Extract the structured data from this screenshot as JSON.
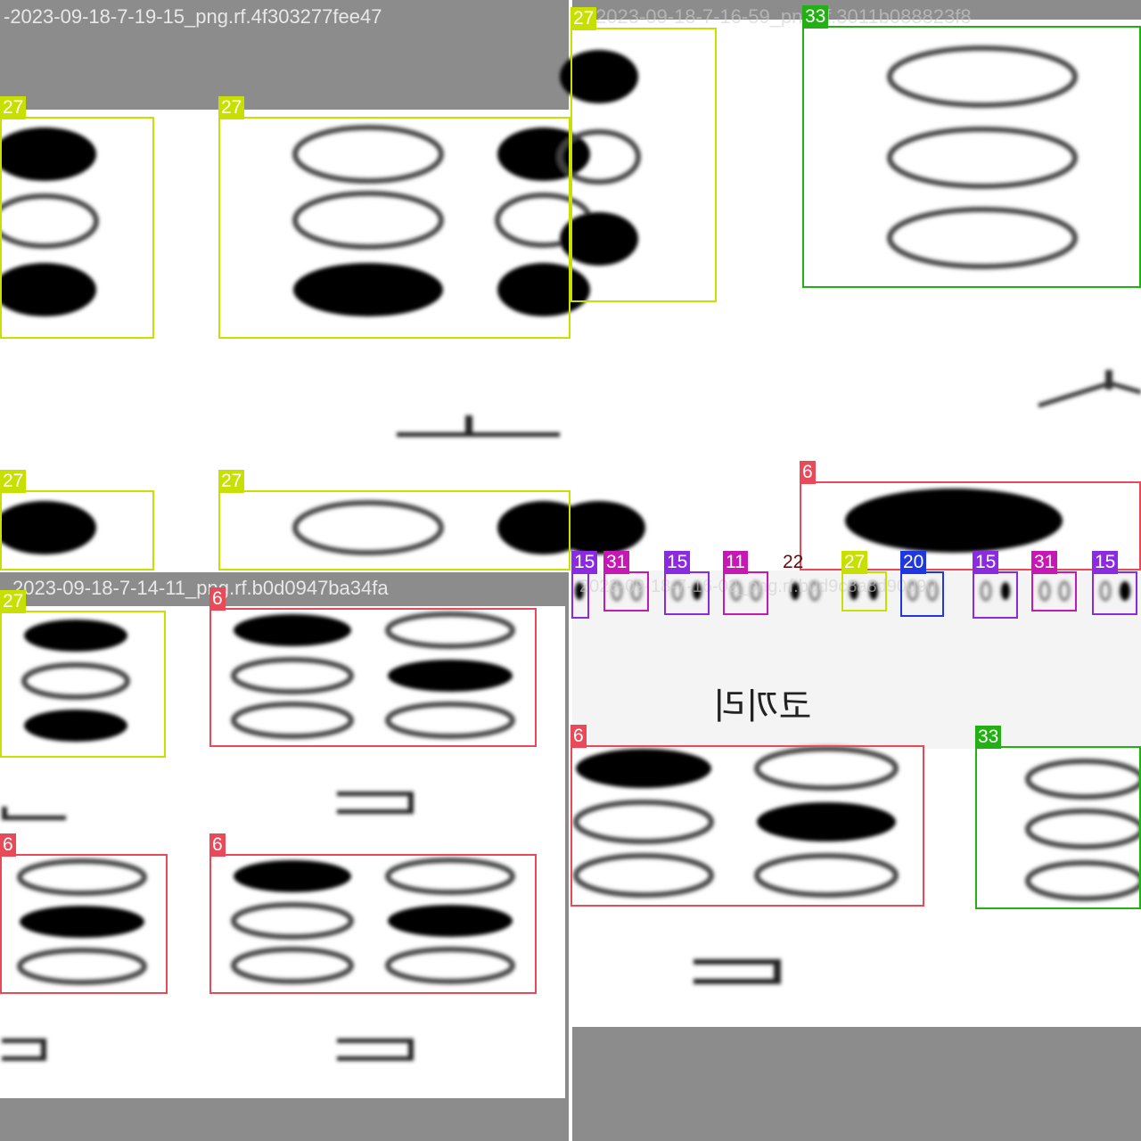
{
  "tiles": [
    {
      "filename": "-2023-09-18-7-19-15_png.rf.4f303277fee47"
    },
    {
      "filename": "2023-09-18-7-16-59_png.rf.3011b088823f8"
    },
    {
      "filename": "2023-09-18-7-14-11_png.rf.b0d0947ba34fa"
    },
    {
      "filename": "2023-09-18-7-16-02_png.rf.b0d9c8a8d90090"
    }
  ],
  "colors": {
    "class_27": "#c8e000",
    "class_33": "#22b014",
    "class_6": "#e84a5a",
    "class_15": "#8a2be2",
    "class_31": "#c618b4",
    "class_11": "#c618b4",
    "class_20": "#1f36e0",
    "class_22": "#6b0a0a",
    "background_gray": "#8c8c8c"
  },
  "detections": {
    "tl": [
      {
        "label": "27"
      },
      {
        "label": "27"
      },
      {
        "label": "27"
      },
      {
        "label": "27"
      }
    ],
    "tr": [
      {
        "label": "27"
      },
      {
        "label": "33"
      },
      {
        "label": "6"
      }
    ],
    "tr_strip": [
      {
        "label": "15"
      },
      {
        "label": "31"
      },
      {
        "label": "15"
      },
      {
        "label": "11"
      },
      {
        "label": "22"
      },
      {
        "label": "27"
      },
      {
        "label": "20"
      },
      {
        "label": "15"
      },
      {
        "label": "31"
      },
      {
        "label": "15"
      }
    ],
    "tr_lower": [
      {
        "label": "6"
      },
      {
        "label": "33"
      }
    ],
    "bl": [
      {
        "label": "27"
      },
      {
        "label": "6"
      },
      {
        "label": "6"
      },
      {
        "label": "6"
      }
    ]
  },
  "mirrored_text": "코끼리"
}
